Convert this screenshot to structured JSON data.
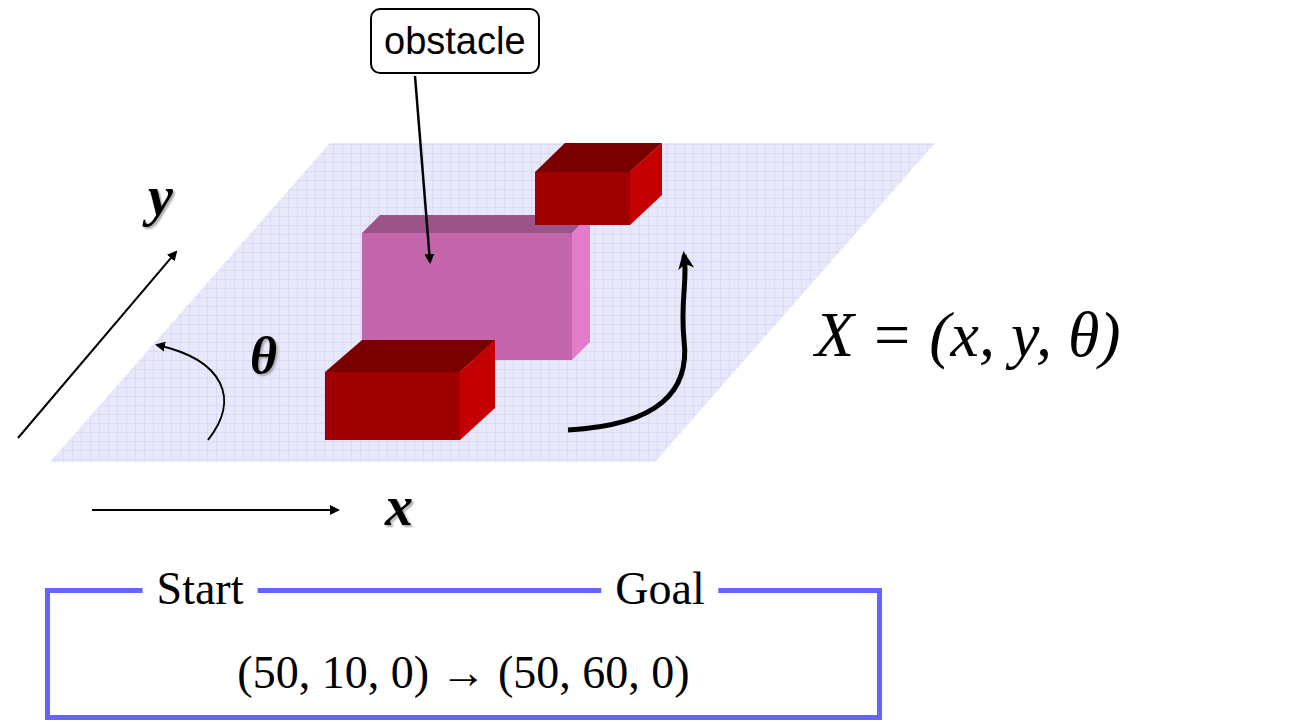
{
  "diagram": {
    "nodes": [
      {
        "text": [
          "obstacle"
        ]
      },
      {
        "text": [
          "Start",
          "Goal",
          "(50, 10, 0) → (50, 60, 0)"
        ]
      }
    ],
    "labels": [
      "y",
      "θ",
      "x",
      "X = (x, y, θ)"
    ]
  }
}
